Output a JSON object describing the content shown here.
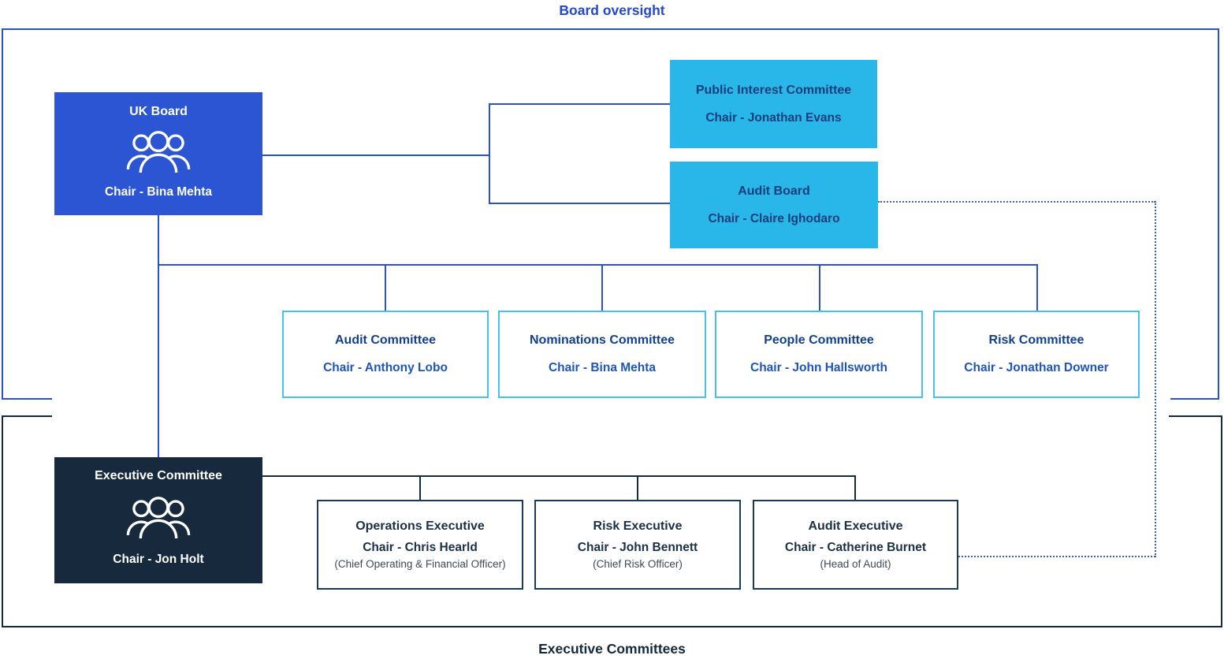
{
  "titles": {
    "board_oversight": "Board oversight",
    "executive_committees": "Executive Committees"
  },
  "colors": {
    "board_frame_blue": "#2b50c8",
    "executive_frame_navy": "#17293d",
    "uk_board_fill": "#2b55d3",
    "cyan_fill": "#29b6e9",
    "cyan_border": "#45c1ee",
    "navy_fill": "#16293d",
    "dotted_link_blue": "#3f5cc9",
    "title_blue_text": "#2447d0",
    "committee_title_text": "#123f8e",
    "committee_chair_text": "#1d55bb"
  },
  "icons": {
    "people": "people-icon"
  },
  "boxes": {
    "uk_board": {
      "title": "UK Board",
      "chair": "Chair - Bina Mehta"
    },
    "public_interest": {
      "title": "Public Interest Committee",
      "chair": "Chair - Jonathan Evans"
    },
    "audit_board": {
      "title": "Audit Board",
      "chair": "Chair - Claire Ighodaro"
    },
    "committees": [
      {
        "title": "Audit Committee",
        "chair": "Chair - Anthony Lobo"
      },
      {
        "title": "Nominations Committee",
        "chair": "Chair - Bina Mehta"
      },
      {
        "title": "People Committee",
        "chair": "Chair - John Hallsworth"
      },
      {
        "title": "Risk Committee",
        "chair": "Chair - Jonathan Downer"
      }
    ],
    "executive_committee": {
      "title": "Executive Committee",
      "chair": "Chair - Jon Holt"
    },
    "executives": [
      {
        "title": "Operations Executive",
        "chair": "Chair - Chris Hearld",
        "role": "(Chief Operating & Financial Officer)"
      },
      {
        "title": "Risk Executive",
        "chair": "Chair - John Bennett",
        "role": "(Chief Risk Officer)"
      },
      {
        "title": "Audit Executive",
        "chair": "Chair - Catherine Burnet",
        "role": "(Head of Audit)"
      }
    ]
  }
}
